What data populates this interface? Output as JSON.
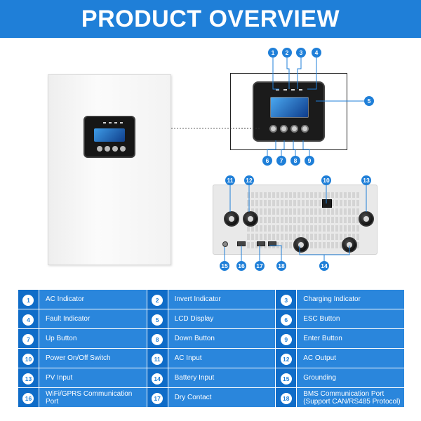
{
  "header": {
    "title": "PRODUCT OVERVIEW"
  },
  "colors": {
    "accent": "#1f7fd8",
    "cell_bg": "#2a86dc",
    "num_bg": "#0f6cc8"
  },
  "callouts": [
    "1",
    "2",
    "3",
    "4",
    "5",
    "6",
    "7",
    "8",
    "9",
    "10",
    "11",
    "12",
    "13",
    "14",
    "15",
    "16",
    "17",
    "18"
  ],
  "features": [
    {
      "num": "1",
      "label": "AC Indicator"
    },
    {
      "num": "2",
      "label": "Invert Indicator"
    },
    {
      "num": "3",
      "label": "Charging Indicator"
    },
    {
      "num": "4",
      "label": "Fault Indicator"
    },
    {
      "num": "5",
      "label": "LCD Display"
    },
    {
      "num": "6",
      "label": "ESC Button"
    },
    {
      "num": "7",
      "label": "Up Button"
    },
    {
      "num": "8",
      "label": "Down Button"
    },
    {
      "num": "9",
      "label": "Enter Button"
    },
    {
      "num": "10",
      "label": "Power On/Off Switch"
    },
    {
      "num": "11",
      "label": "AC Input"
    },
    {
      "num": "12",
      "label": "AC Output"
    },
    {
      "num": "13",
      "label": "PV Input"
    },
    {
      "num": "14",
      "label": "Battery Input"
    },
    {
      "num": "15",
      "label": "Grounding"
    },
    {
      "num": "16",
      "label": "WiFi/GPRS Communication Port"
    },
    {
      "num": "17",
      "label": "Dry Contact"
    },
    {
      "num": "18",
      "label": "BMS Communication Port (Support CAN/RS485 Protocol)"
    }
  ]
}
